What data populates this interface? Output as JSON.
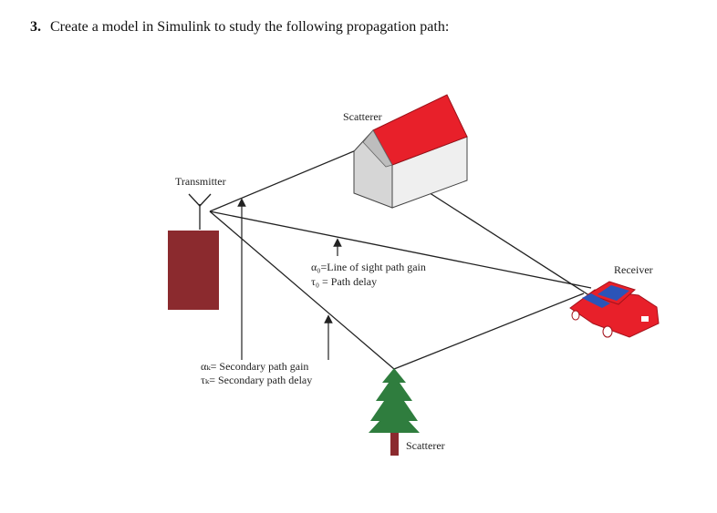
{
  "question": {
    "number": "3.",
    "text": "Create a model in Simulink to study the following propagation path:"
  },
  "figure": {
    "labels": {
      "scatterer_top": "Scatterer",
      "transmitter": "Transmitter",
      "receiver": "Receiver",
      "scatterer_bottom": "Scatterer"
    },
    "los_legend": {
      "gain": "α₀=Line of sight path gain",
      "delay": "τ₀ = Path delay"
    },
    "secondary_legend": {
      "gain": "αₖ= Secondary path gain",
      "delay": "τₖ= Secondary path delay"
    },
    "colors": {
      "roof": "#e8202a",
      "wall": "#d9d9d9",
      "wall_side": "#ececec",
      "transmitter_box": "#8b2a2e",
      "tree": "#2f7d3e",
      "trunk": "#8b2a2e",
      "car_body": "#e8202a",
      "car_glass": "#2b54b8",
      "line": "#222222"
    }
  }
}
